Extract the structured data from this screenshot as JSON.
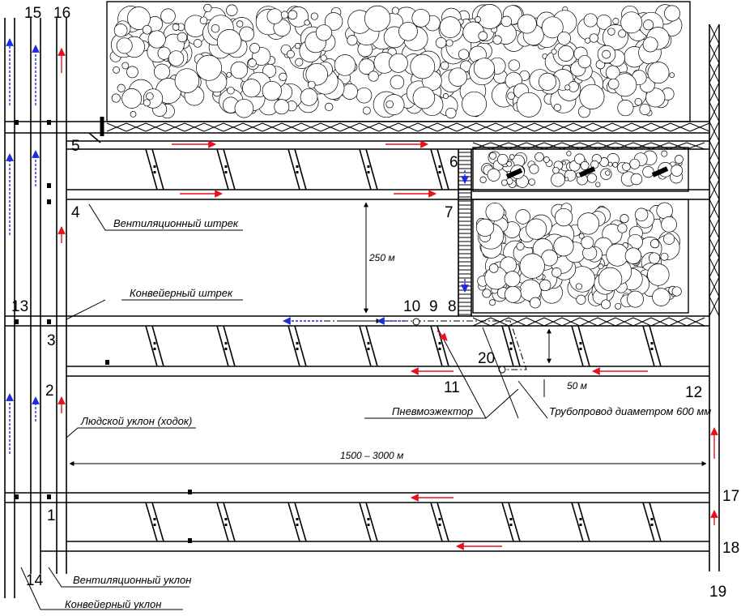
{
  "numbers": [
    "1",
    "2",
    "3",
    "4",
    "5",
    "6",
    "7",
    "8",
    "9",
    "10",
    "11",
    "12",
    "13",
    "14",
    "15",
    "16",
    "17",
    "18",
    "19",
    "20"
  ],
  "labels": {
    "vent_drift": "Вентиляционный штрек",
    "conv_drift": "Конвейерный штрек",
    "people_incline": "Людской уклон (ходок)",
    "vent_incline": "Вентиляционный уклон",
    "conv_incline": "Конвейерный уклон",
    "ejector": "Пневмоэжектор",
    "pipeline": "Трубопровод диаметром 600 мм"
  },
  "dimensions": {
    "height_250": "250 м",
    "length": "1500 – 3000 м",
    "width_50": "50 м"
  },
  "colors": {
    "fresh_air": "#e8101a",
    "return_air": "#1c2be0",
    "line": "#000000"
  }
}
